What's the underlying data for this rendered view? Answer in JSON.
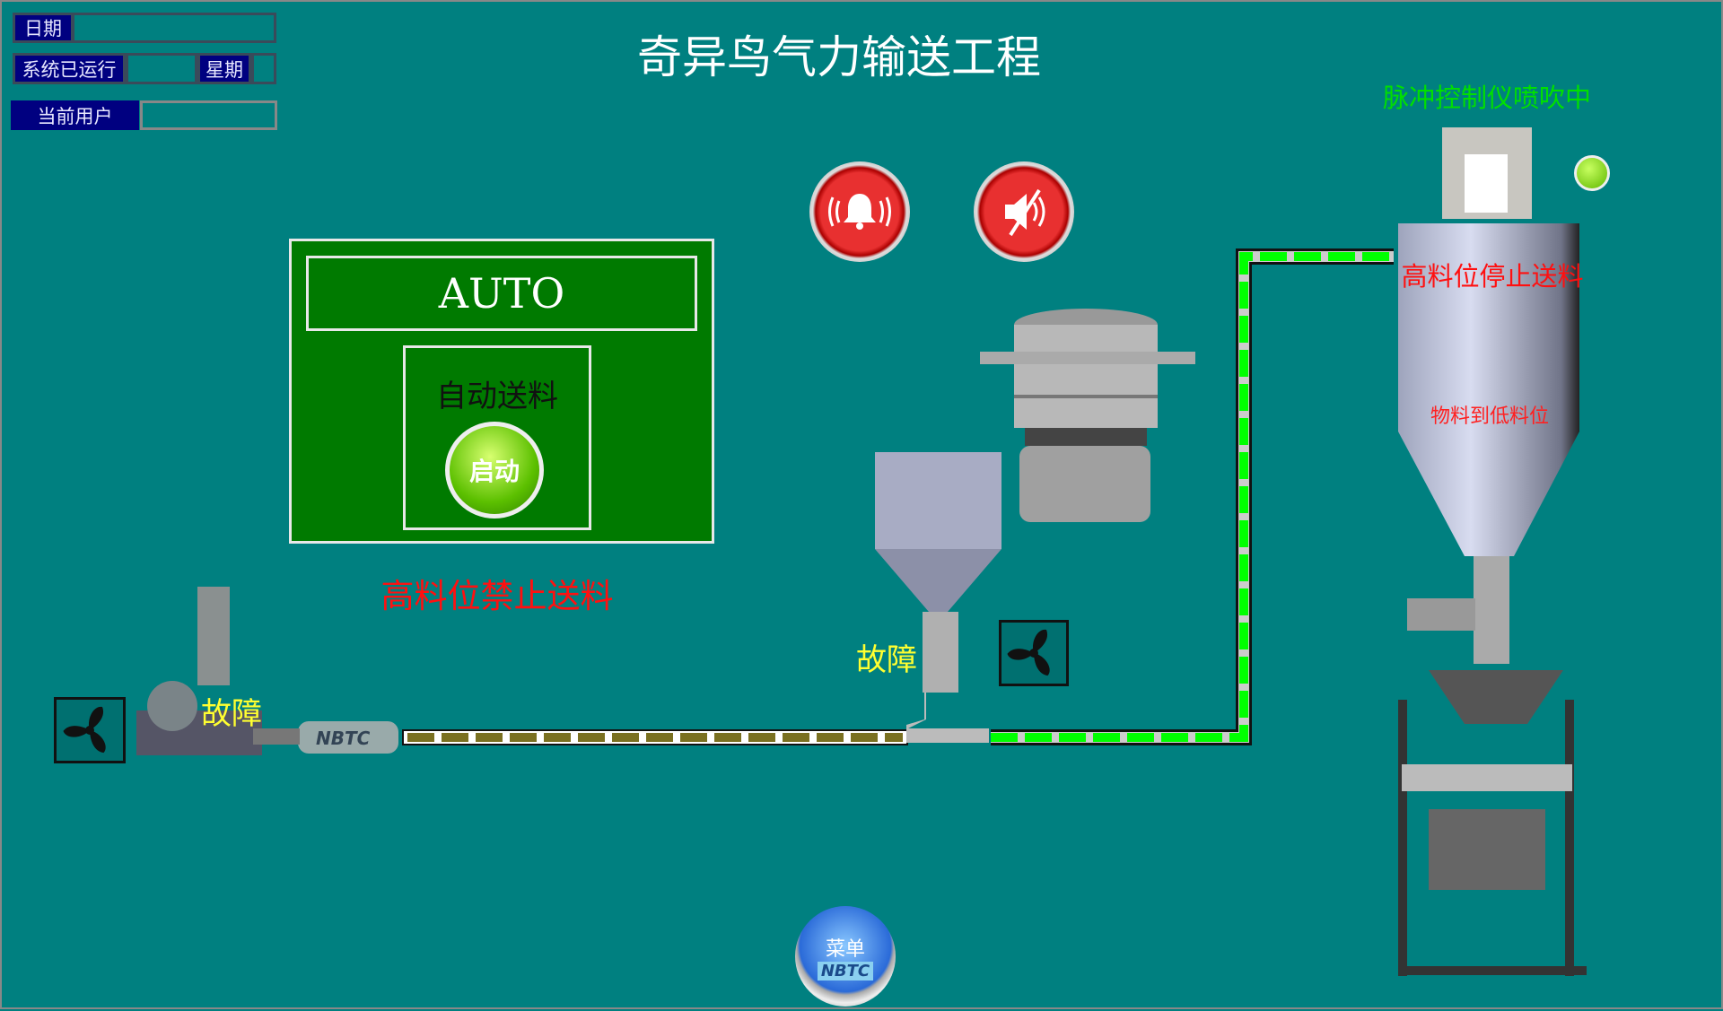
{
  "header": {
    "title": "奇异鸟气力输送工程"
  },
  "info": {
    "date_label": "日期",
    "date_value": "",
    "runtime_label": "系统已运行",
    "runtime_value": "",
    "weekday_label": "星期",
    "weekday_value": "",
    "user_label": "当前用户",
    "user_value": ""
  },
  "control_panel": {
    "mode": "AUTO",
    "auto_feed_label": "自动送料",
    "start_button": "启动"
  },
  "status": {
    "high_level_forbid": "高料位禁止送料",
    "pulse_status": "脉冲控制仪喷吹中",
    "silo_high_stop": "高料位停止送料",
    "silo_low_level": "物料到低料位",
    "blower_fault": "故障",
    "valve_fault": "故障"
  },
  "menu_button": {
    "label": "菜单",
    "brand": "NBTC"
  },
  "blower": {
    "brand": "NBTC"
  },
  "colors": {
    "background": "#008080",
    "panel": "#007a00",
    "pipe_active": "#00ff00",
    "pipe_idle": "#7a7020",
    "alarm": "#ff1010",
    "fault": "#ffff30"
  }
}
